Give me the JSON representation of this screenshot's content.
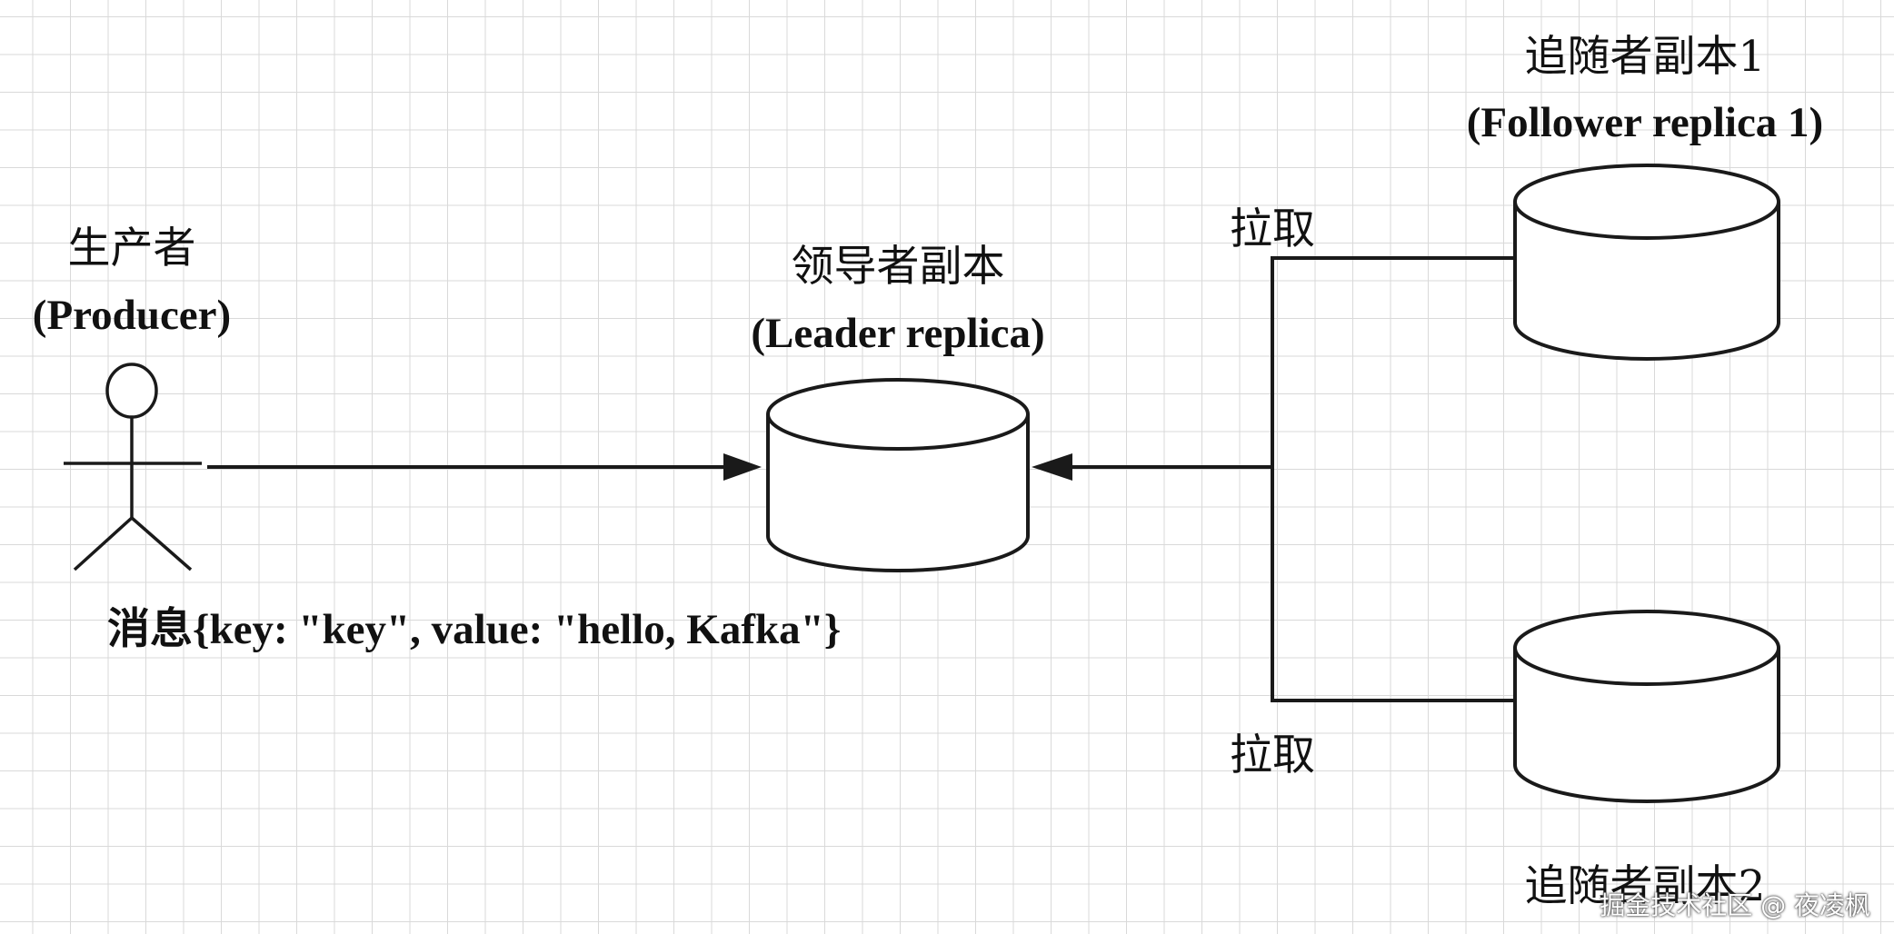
{
  "producer": {
    "title": "生产者",
    "subtitle": "(Producer)",
    "message": "消息{key: \"key\", value: \"hello, Kafka\"}"
  },
  "leader": {
    "title": "领导者副本",
    "subtitle": "(Leader replica)"
  },
  "follower1": {
    "title": "追随者副本1",
    "subtitle": "(Follower replica 1)",
    "pull_label": "拉取"
  },
  "follower2": {
    "title": "追随者副本2",
    "pull_label": "拉取"
  },
  "watermark": "掘金技术社区 @ 夜凌枫",
  "colors": {
    "stroke": "#1a1a1a",
    "grid": "#d9d9d9",
    "background": "#ffffff"
  },
  "icons": {
    "producer": "actor-stick-figure-icon",
    "replica": "database-cylinder-icon"
  }
}
